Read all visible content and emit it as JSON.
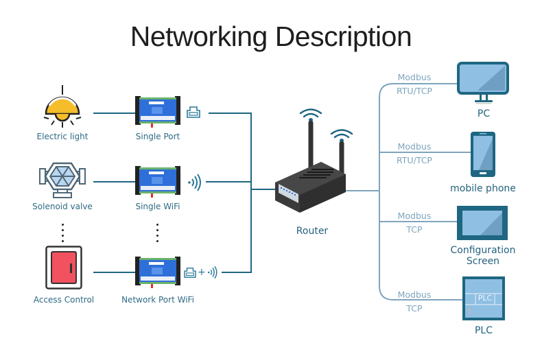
{
  "title": "Networking Description",
  "colors": {
    "line_dark": "#1e6681",
    "line_light": "#7ea4bd",
    "icon_dark": "#1e6681",
    "icon_fill": "#8fbfe3",
    "lamp_yellow": "#f6bd2b",
    "door_red": "#f2515f",
    "router_body": "#3a3a3a"
  },
  "endpoints": [
    {
      "label": "Electric light",
      "icon": "lamp-icon"
    },
    {
      "label": "Solenoid valve",
      "icon": "valve-icon"
    },
    {
      "label": "Access Control",
      "icon": "door-icon"
    }
  ],
  "modules": [
    {
      "label": "Single Port",
      "link_icon": "ethernet-port-icon"
    },
    {
      "label": "Single WiFi",
      "link_icon": "wifi-signal-icon"
    },
    {
      "label": "Network Port WiFi",
      "link_icon": "ethernet-plus-wifi-icon",
      "plus": "+"
    }
  ],
  "router": {
    "label": "Router",
    "icon": "router-icon"
  },
  "clients": [
    {
      "label": "PC",
      "protocol_line1": "Modbus",
      "protocol_line2": "RTU/TCP",
      "icon": "monitor-icon"
    },
    {
      "label": "mobile phone",
      "protocol_line1": "Modbus",
      "protocol_line2": "RTU/TCP",
      "icon": "phone-icon"
    },
    {
      "label_line1": "Configuration",
      "label_line2": "Screen",
      "protocol_line1": "Modbus",
      "protocol_line2": "TCP",
      "icon": "touchscreen-icon"
    },
    {
      "label": "PLC",
      "protocol_line1": "Modbus",
      "protocol_line2": "TCP",
      "icon": "plc-icon",
      "badge": "PLC"
    }
  ]
}
